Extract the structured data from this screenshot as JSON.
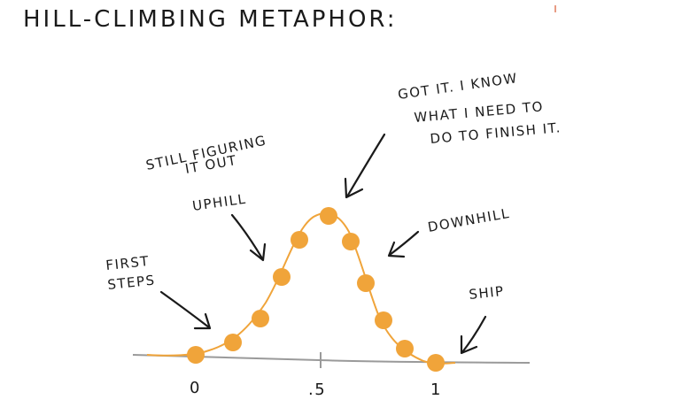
{
  "title": "HILL-CLIMBING METAPHOR:",
  "ticks": [
    "0",
    ".5",
    "1"
  ],
  "labels": {
    "first_steps": [
      "FIRST",
      "STEPS"
    ],
    "figuring": [
      "STILL FIGURING",
      "IT OUT"
    ],
    "uphill": "UPHILL",
    "got_it": [
      "GOT IT. I KNOW",
      "WHAT I NEED TO",
      "DO TO FINISH IT."
    ],
    "downhill": "DOWNHILL",
    "ship": "SHIP"
  },
  "colors": {
    "curve": "#f0a43a",
    "point": "#f0a43a",
    "ink": "#1a1a1a",
    "axis": "#9a9a9a",
    "background": "#ffffff"
  }
}
